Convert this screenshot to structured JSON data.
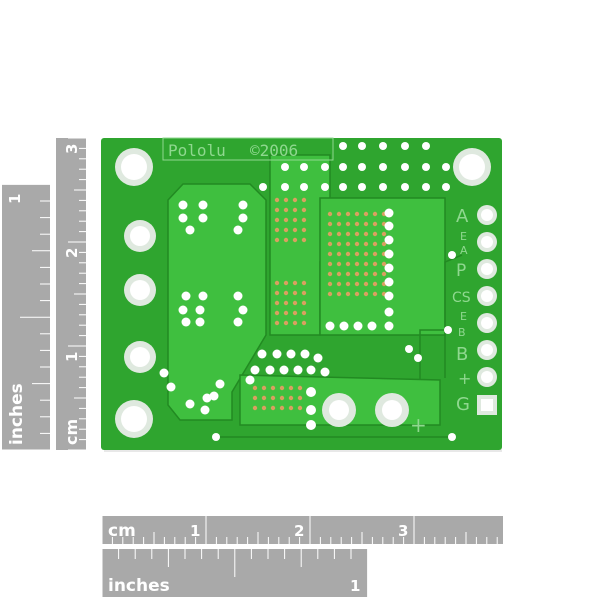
{
  "board": {
    "silkscreen_title": "Pololu",
    "silkscreen_year": "©2006",
    "pin_labels": [
      "A",
      "E",
      "A",
      "P",
      "CS",
      "E",
      "B",
      "B",
      "+",
      "G"
    ],
    "plus_mark": "+",
    "colors": {
      "solder_mask": "#2fa52f",
      "solder_mask_dark": "#228a22",
      "trace": "#3fbf3f",
      "copper_pad": "#dfe9df",
      "silkscreen": "#ffffff",
      "shadow": "#d8d8d8"
    }
  },
  "ruler_vertical": {
    "cm_label": "cm",
    "cm_ticks": [
      "1",
      "2",
      "3"
    ],
    "inches_label": "inches",
    "inch_ticks": [
      "1"
    ]
  },
  "ruler_horizontal": {
    "cm_label": "cm",
    "cm_ticks": [
      "1",
      "2",
      "3"
    ],
    "inches_label": "inches",
    "inch_ticks": [
      "1"
    ]
  },
  "ruler_color": "#a9a9a9"
}
